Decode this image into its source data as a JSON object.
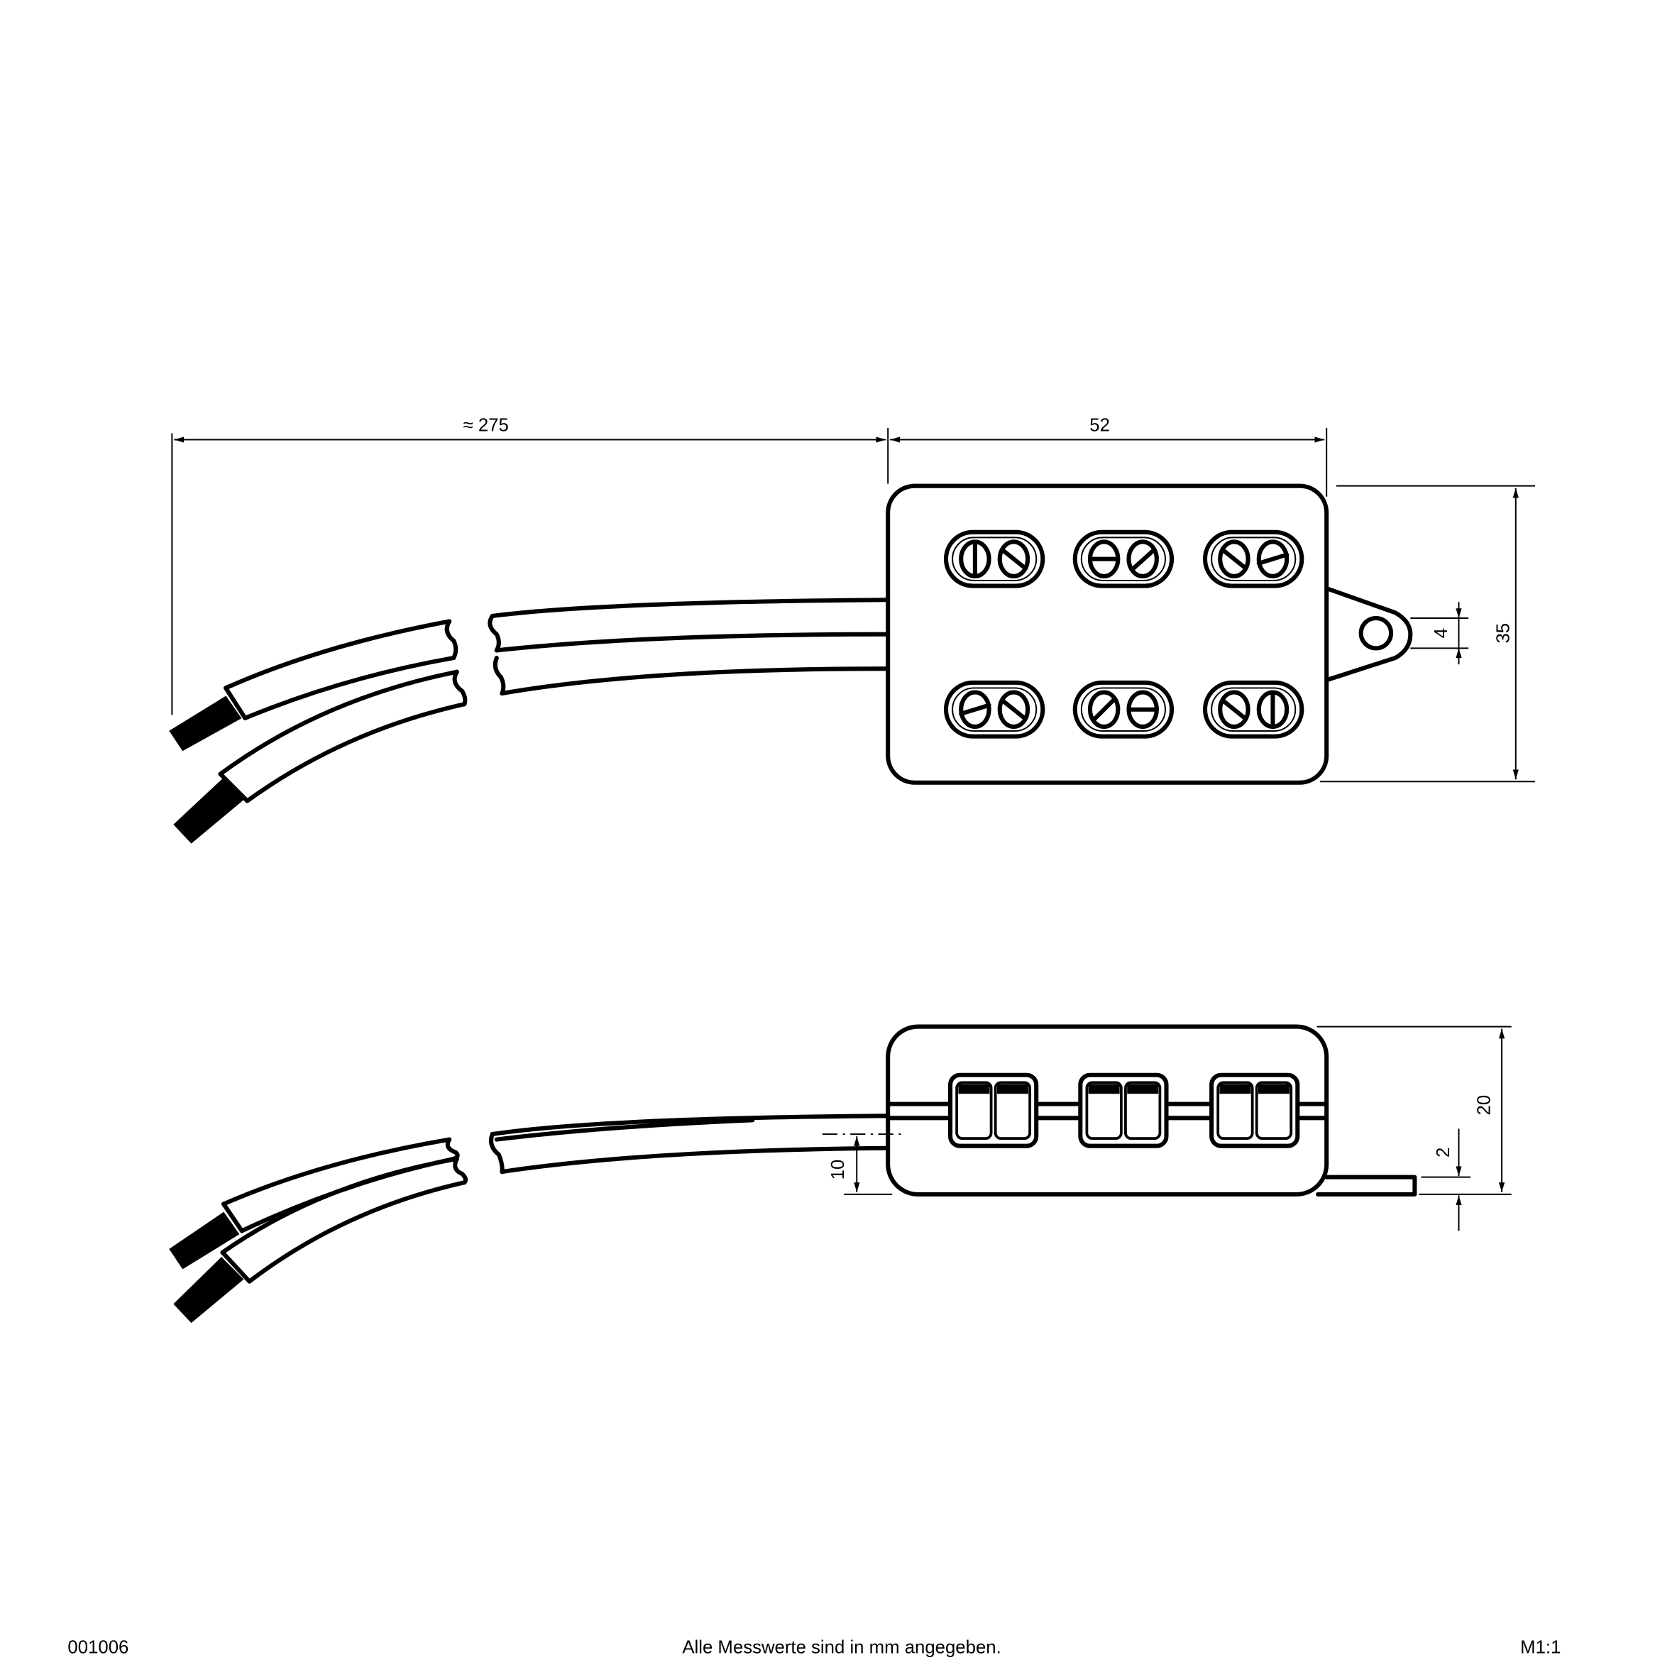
{
  "dimensions": {
    "cable_length": "≈ 275",
    "box_width": "52",
    "box_height": "35",
    "hole_diameter": "4",
    "box_depth": "20",
    "plate_thickness": "2",
    "cable_offset": "10"
  },
  "footer": {
    "drawing_number": "001006",
    "note": "Alle Messwerte sind in mm angegeben.",
    "scale": "M1:1"
  }
}
